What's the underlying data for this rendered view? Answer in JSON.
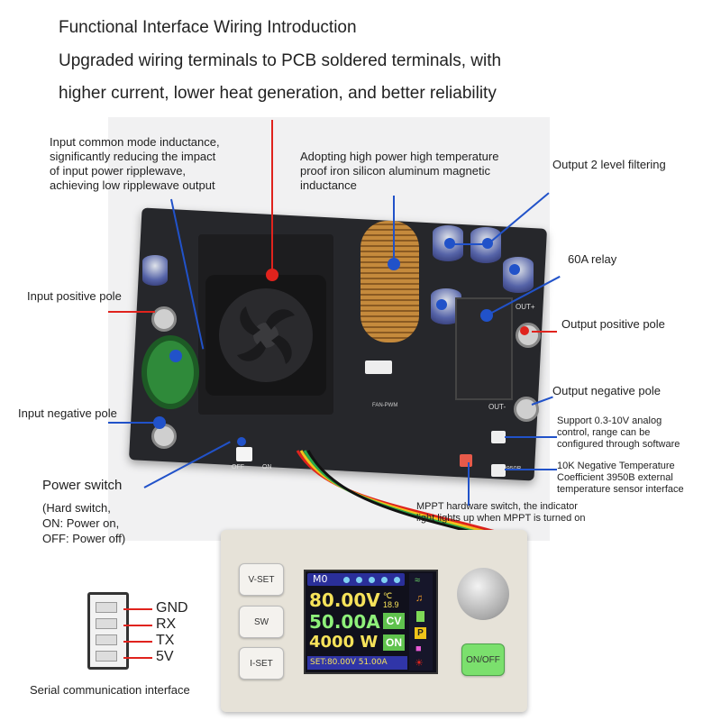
{
  "header": {
    "title": "Functional Interface Wiring Introduction",
    "line2": "Upgraded wiring terminals to PCB soldered terminals, with",
    "line3": "higher current, lower heat generation, and better reliability"
  },
  "callouts": {
    "inductance_input": [
      "Input common mode inductance,",
      "significantly reducing the impact",
      "of input power ripplewave,",
      "achieving low ripplewave output"
    ],
    "magnetic_inductance": [
      "Adopting high power high temperature",
      "proof iron silicon aluminum magnetic",
      "inductance"
    ],
    "output_filter": "Output 2 level filtering",
    "relay": "60A relay",
    "input_positive": "Input positive pole",
    "output_positive": "Output positive pole",
    "output_negative": "Output negative pole",
    "input_negative": "Input negative pole",
    "analog_control": [
      "Support 0.3-10V analog",
      "control, range can be",
      "configured through software"
    ],
    "ntc": [
      "10K Negative Temperature",
      "Coefficient 3950B external",
      "temperature sensor interface"
    ],
    "mppt": [
      "MPPT hardware switch, the indicator",
      "light lights up when MPPT is turned on"
    ],
    "power_switch_title": "Power switch",
    "power_switch_desc": [
      "(Hard switch,",
      "ON: Power on,",
      "OFF: Power off)"
    ],
    "serial": "Serial communication interface"
  },
  "board_marks": {
    "out_plus": "OUT+",
    "out_minus": "OUT-",
    "fan_pwm": "FAN-PWM",
    "off": "OFF",
    "on": "ON",
    "ntc_code": "3950B"
  },
  "serial_pins": [
    "GND",
    "RX",
    "TX",
    "5V"
  ],
  "panel": {
    "buttons": {
      "vset": "V-SET",
      "sw": "SW",
      "iset": "I-SET",
      "onoff": "ON/OFF"
    },
    "screen": {
      "mode": "M0",
      "voltage": "80.00V",
      "current": "50.00A",
      "power": "4000 W",
      "temperature": "18.9",
      "cv": "CV",
      "on": "ON",
      "p_badge": "P",
      "set_line": "SET:80.00V 51.00A"
    }
  },
  "colors": {
    "accent_red": "#e0231d",
    "accent_blue": "#2152c9",
    "screen_voltage": "#f6e25a",
    "screen_current": "#8ef07a",
    "screen_power": "#f6e25a",
    "cv_bg": "#5fc24d"
  }
}
